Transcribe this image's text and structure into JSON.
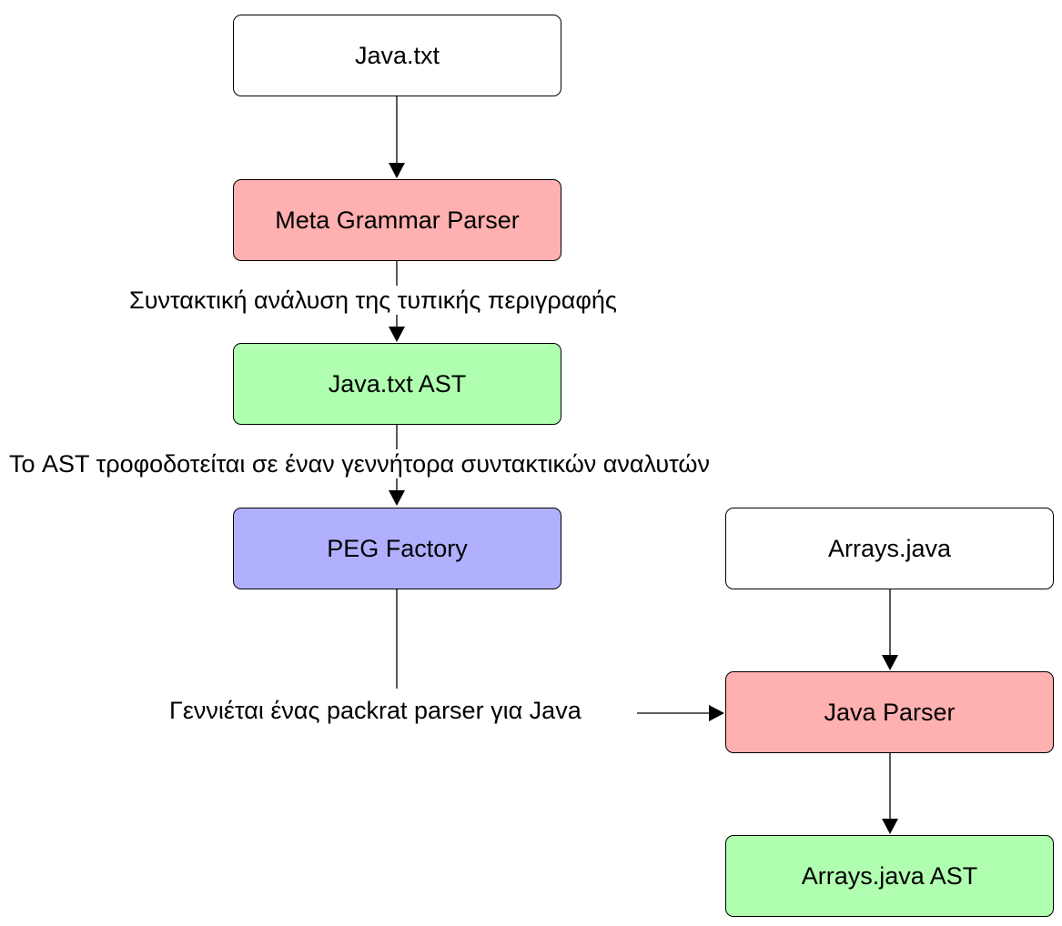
{
  "nodes": {
    "java_txt": {
      "label": "Java.txt",
      "fill": "#ffffff"
    },
    "meta_parser": {
      "label": "Meta Grammar Parser",
      "fill": "#ffb0b0"
    },
    "java_txt_ast": {
      "label": "Java.txt AST",
      "fill": "#b0ffb0"
    },
    "peg_factory": {
      "label": "PEG Factory",
      "fill": "#b0b0ff"
    },
    "arrays_java": {
      "label": "Arrays.java",
      "fill": "#ffffff"
    },
    "java_parser": {
      "label": "Java Parser",
      "fill": "#ffb0b0"
    },
    "arrays_java_ast": {
      "label": "Arrays.java AST",
      "fill": "#b0ffb0"
    }
  },
  "edge_labels": {
    "parsing_description": "Συντακτική ανάλυση της τυπικής περιγραφής",
    "ast_fed": "Το AST τροφοδοτείται σε έναν γεννήτορα συντακτικών αναλυτών",
    "packrat_generated": "Γεννιέται ένας packrat parser για Java"
  }
}
